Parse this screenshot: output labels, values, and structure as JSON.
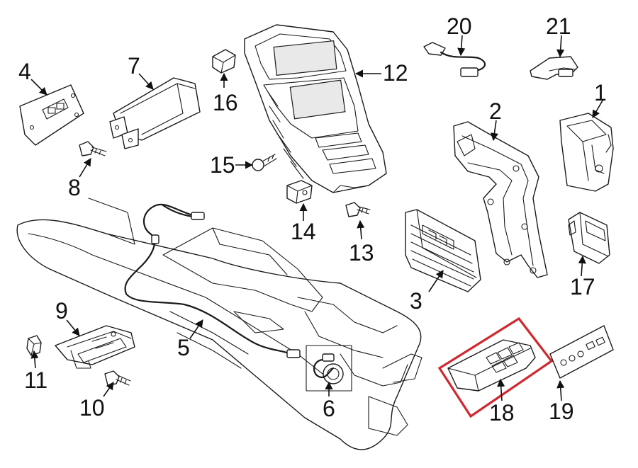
{
  "labels": {
    "p1": "1",
    "p2": "2",
    "p3": "3",
    "p4": "4",
    "p5": "5",
    "p6": "6",
    "p7": "7",
    "p8": "8",
    "p9": "9",
    "p10": "10",
    "p11": "11",
    "p12": "12",
    "p13": "13",
    "p14": "14",
    "p15": "15",
    "p16": "16",
    "p17": "17",
    "p18": "18",
    "p19": "19",
    "p20": "20",
    "p21": "21"
  },
  "highlighted_part": "18",
  "colors": {
    "line": "#1a1a1a",
    "highlight": "#d0282e",
    "background": "#ffffff"
  }
}
